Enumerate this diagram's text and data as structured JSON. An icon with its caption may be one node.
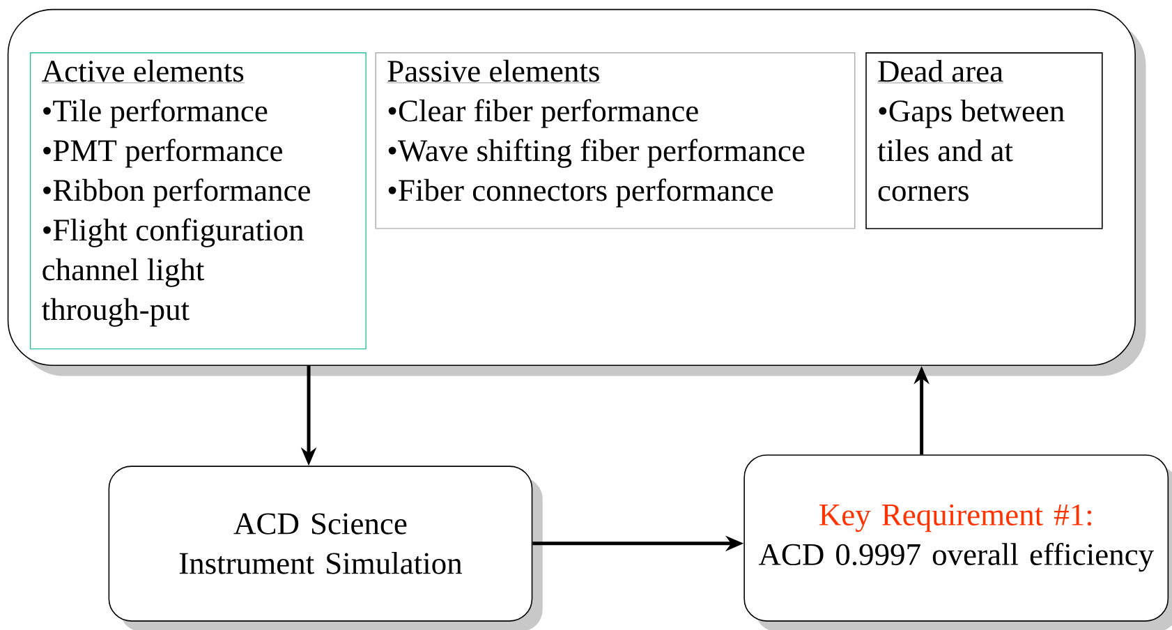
{
  "diagram": {
    "nodes": [
      {
        "text": [],
        "shape": "box"
      },
      {
        "text": [
          "Active elements",
          "•Tile performance",
          "•PMT performance",
          "•Ribbon performance",
          "•Flight configuration channel light through-put"
        ],
        "in": 0
      },
      {
        "text": [
          "Passive elements",
          "•Clear fiber performance",
          "•Wave shifting fiber performance",
          "•Fiber connectors performance"
        ],
        "in": 0
      },
      {
        "text": [
          "Dead area",
          "•Gaps between tiles and at corners"
        ],
        "in": 0
      },
      {
        "text": [
          "ACD Science Instrument Simulation"
        ]
      },
      {
        "text": [
          "Key Requirement #1:",
          "ACD 0.9997 overall efficiency"
        ]
      }
    ],
    "edges": [
      {
        "from": 0,
        "to": 4,
        "arrow": "to"
      },
      {
        "from": 4,
        "to": 5,
        "arrow": "to"
      },
      {
        "from": 5,
        "to": 0,
        "arrow": "to"
      }
    ]
  }
}
